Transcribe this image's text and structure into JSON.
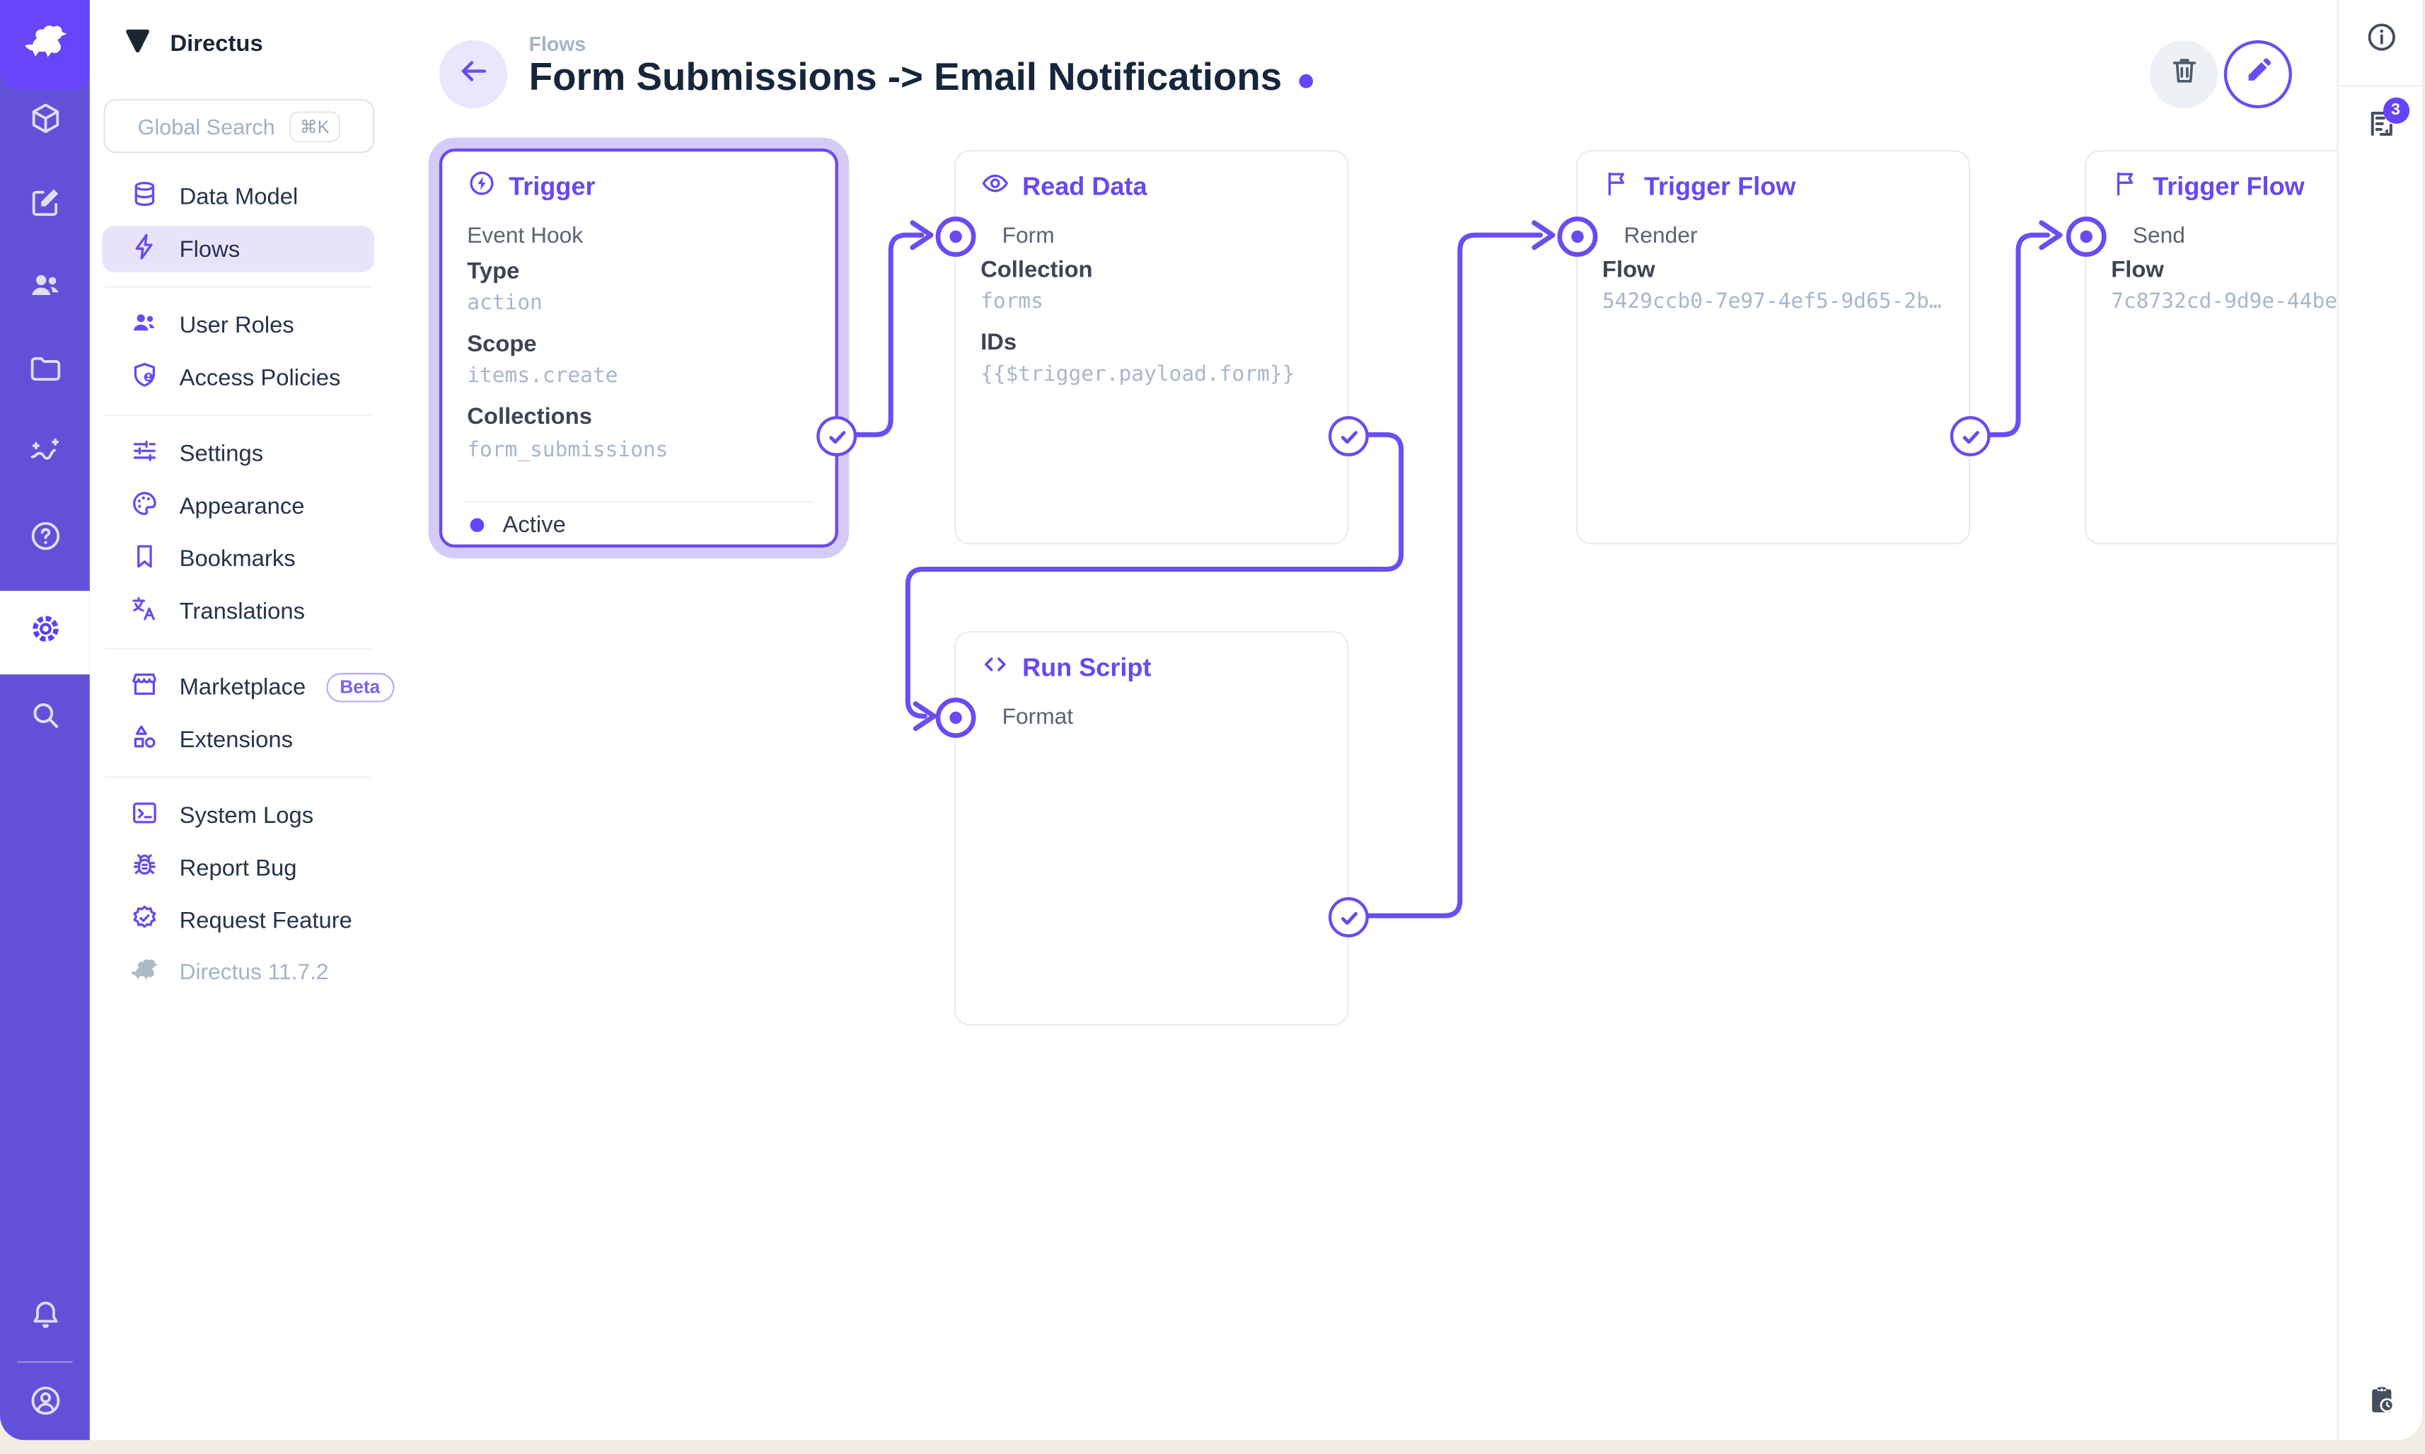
{
  "colors": {
    "accent": "#6644FF",
    "wire": "#6B4DF2",
    "module_bar": "#6151D8",
    "logo_bg": "#6746FA",
    "active_nav_bg": "#E8E3FB"
  },
  "app": {
    "project_name": "Directus",
    "version_label": "Directus 11.7.2"
  },
  "search": {
    "placeholder": "Global Search",
    "shortcut": "⌘K"
  },
  "sidebar": {
    "items": [
      {
        "label": "Data Model"
      },
      {
        "label": "Flows"
      },
      {
        "label": "User Roles"
      },
      {
        "label": "Access Policies"
      },
      {
        "label": "Settings"
      },
      {
        "label": "Appearance"
      },
      {
        "label": "Bookmarks"
      },
      {
        "label": "Translations"
      },
      {
        "label": "Marketplace",
        "badge": "Beta"
      },
      {
        "label": "Extensions"
      },
      {
        "label": "System Logs"
      },
      {
        "label": "Report Bug"
      },
      {
        "label": "Request Feature"
      }
    ]
  },
  "header": {
    "breadcrumb": "Flows",
    "title": "Form Submissions -> Email Notifications"
  },
  "right_rail": {
    "notification_count": "3"
  },
  "flow": {
    "nodes": {
      "trigger": {
        "title": "Trigger",
        "subtitle": "Event Hook",
        "fields": [
          {
            "label": "Type",
            "value": "action"
          },
          {
            "label": "Scope",
            "value": "items.create"
          },
          {
            "label": "Collections",
            "value": "form_submissions"
          }
        ],
        "status": "Active"
      },
      "read_data": {
        "title": "Read Data",
        "input": "Form",
        "fields": [
          {
            "label": "Collection",
            "value": "forms"
          },
          {
            "label": "IDs",
            "value": "{{$trigger.payload.form}}"
          }
        ]
      },
      "run_script": {
        "title": "Run Script",
        "input": "Format"
      },
      "trigger_flow_render": {
        "title": "Trigger Flow",
        "input": "Render",
        "fields": [
          {
            "label": "Flow",
            "value": "5429ccb0-7e97-4ef5-9d65-2b…"
          }
        ]
      },
      "trigger_flow_send": {
        "title": "Trigger Flow",
        "input": "Send",
        "fields": [
          {
            "label": "Flow",
            "value": "7c8732cd-9d9e-44be"
          }
        ]
      }
    }
  }
}
